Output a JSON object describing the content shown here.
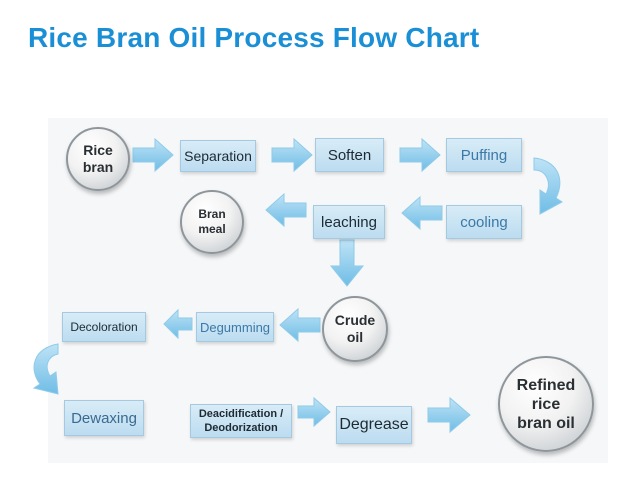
{
  "title": "Rice Bran Oil Process Flow Chart",
  "nodes": {
    "rice_bran": "Rice\nbran",
    "separation": "Separation",
    "soften": "Soften",
    "puffing": "Puffing",
    "cooling": "cooling",
    "leaching": "leaching",
    "bran_meal": "Bran\nmeal",
    "crude_oil": "Crude\noil",
    "degumming": "Degumming",
    "decoloration": "Decoloration",
    "dewaxing": "Dewaxing",
    "deacidification_line1": "Deacidification /",
    "deacidification_line2": "Deodorization",
    "degrease": "Degrease",
    "refined": "Refined\nrice\nbran oil"
  },
  "colors": {
    "title": "#1a8fd6",
    "arrow": "#7fc6ea",
    "box": "#c8e3f4"
  }
}
